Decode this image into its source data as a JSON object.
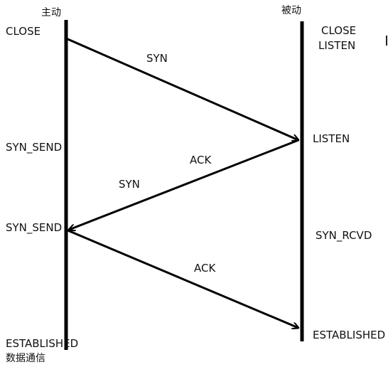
{
  "diagram": {
    "active_header": "主动",
    "passive_header": "被动",
    "active_states": {
      "close": "CLOSE",
      "syn_send_1": "SYN_SEND",
      "syn_send_2": "SYN_SEND",
      "established": "ESTABLISHED",
      "data_transfer": "数据通信"
    },
    "passive_states": {
      "close": "CLOSE",
      "listen_1": "LISTEN",
      "listen_2": "LISTEN",
      "syn_rcvd": "SYN_RCVD",
      "established": "ESTABLISHED"
    },
    "messages": {
      "syn_1": "SYN",
      "ack_1": "ACK",
      "syn_2": "SYN",
      "ack_2": "ACK"
    },
    "colors": {
      "line": "#000000",
      "text": "#111111"
    }
  }
}
